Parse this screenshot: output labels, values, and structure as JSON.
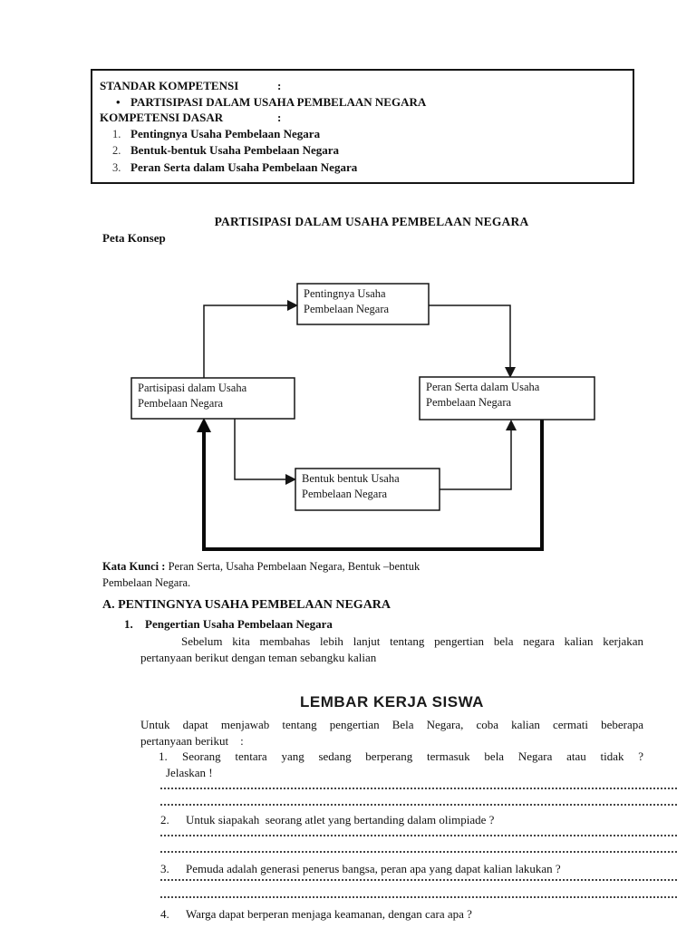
{
  "competency_box": {
    "standar_label": "STANDAR KOMPETENSI",
    "standar_colon": ":",
    "bullet": "•",
    "standar_item": "PARTISIPASI DALAM USAHA PEMBELAAN NEGARA",
    "dasar_label": "KOMPETENSI DASAR",
    "dasar_colon": ":",
    "items": [
      {
        "num": "1.",
        "text": "Pentingnya Usaha Pembelaan Negara"
      },
      {
        "num": "2.",
        "text": "Bentuk-bentuk Usaha Pembelaan Negara"
      },
      {
        "num": "3.",
        "text": "Peran Serta dalam Usaha Pembelaan Negara"
      }
    ]
  },
  "main_title": "PARTISIPASI DALAM USAHA PEMBELAAN NEGARA",
  "peta_konsep_label": "Peta Konsep",
  "concept_map": {
    "top_box": {
      "line1": "Pentingnya Usaha",
      "line2": "Pembelaan Negara"
    },
    "left_box": {
      "line1": "Partisipasi dalam Usaha",
      "line2": "Pembelaan Negara"
    },
    "right_box": {
      "line1": "Peran Serta dalam Usaha",
      "line2": "Pembelaan Negara"
    },
    "bottom_box": {
      "line1": "Bentuk bentuk Usaha",
      "line2": "Pembelaan Negara"
    }
  },
  "kata_kunci": {
    "label": "Kata Kunci :",
    "text_line1": " Peran Serta, Usaha Pembelaan Negara, Bentuk –bentuk",
    "text_line2": "Pembelaan Negara."
  },
  "section_a": {
    "heading": "A. PENTINGNYA USAHA PEMBELAAN NEGARA",
    "sub_number": "1.",
    "sub_heading": "Pengertian Usaha Pembelaan Negara",
    "paragraph_line1": "Sebelum kita membahas lebih lanjut tentang pengertian bela negara kalian kerjakan",
    "paragraph_line2": "pertanyaan berikut dengan teman sebangku kalian"
  },
  "worksheet": {
    "heading": "LEMBAR KERJA SISWA",
    "intro_line1": "Untuk dapat menjawab tentang pengertian Bela Negara, coba kalian cermati beberapa",
    "intro_line2": "pertanyaan berikut    :",
    "questions": [
      {
        "num": "1.",
        "line1": "Seorang tentara yang sedang berperang termasuk bela Negara atau tidak ?",
        "line2": "Jelaskan !"
      },
      {
        "num": "2.",
        "line1": "Untuk siapakah  seorang atlet yang bertanding dalam olimpiade ?"
      },
      {
        "num": "3.",
        "line1": "Pemuda adalah generasi penerus bangsa, peran apa yang dapat kalian lakukan ?"
      },
      {
        "num": "4.",
        "line1": "Warga dapat berperan menjaga keamanan, dengan cara apa ?"
      }
    ]
  }
}
